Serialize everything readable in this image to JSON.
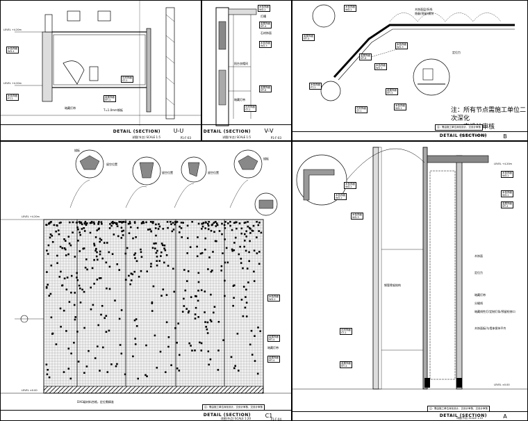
{
  "sheets": [
    {
      "id": "uu",
      "title": "DETAIL (SECTION)",
      "section": "U-U",
      "subtitle": "详图(节点)   SCALE 1:5",
      "ref": "P1-F-03"
    },
    {
      "id": "vv",
      "title": "DETAIL (SECTION)",
      "section": "V-V",
      "subtitle": "详图(节点)   SCALE 1:5",
      "ref": "P1-F-03"
    },
    {
      "id": "b",
      "title": "DETAIL (SECTION)",
      "section": "B",
      "subtitle": "详图(节点)   SCALE 1:20",
      "ref": ""
    },
    {
      "id": "c1",
      "title": "DETAIL (SECTION)",
      "section": "C1",
      "subtitle": "详图(节点)   SCALE 1:20",
      "ref": "P1-F-04"
    },
    {
      "id": "a",
      "title": "DETAIL (SECTION)",
      "section": "A",
      "subtitle": "详图(节点)   SCALE 1:10",
      "ref": ""
    }
  ],
  "uu": {
    "levels": [
      "LEVEL +4.20m",
      "LEVEL +4.20m"
    ],
    "labels": [
      "暗藏灯带"
    ],
    "tags": [
      {
        "t": "木色饰面",
        "c": "WD-4"
      },
      {
        "t": "木色饰面",
        "c": "PT-1"
      },
      {
        "t": "石材饰面",
        "c": "ST-1"
      },
      {
        "t": "金属饰面",
        "c": "MT-4"
      }
    ],
    "extra": "T=1.0mm钢板"
  },
  "vv": {
    "labels": [
      "灯槽",
      "阳台衣帽间",
      "暗藏灯带",
      "石材饰面"
    ],
    "tags": [
      {
        "t": "木色饰面",
        "c": "WD-2"
      },
      {
        "t": "木色饰面",
        "c": "WD-3"
      },
      {
        "t": "金属饰面",
        "c": "MT-6"
      },
      {
        "t": "石材饰面",
        "c": "ST-1"
      },
      {
        "t": "金属饰面",
        "c": "MT-4"
      }
    ]
  },
  "b": {
    "labels": [
      "木饰面层/折线",
      "隐蔽(预留)模块",
      "定位力"
    ],
    "tags": [
      {
        "t": "金属饰面",
        "c": "MT-4"
      },
      {
        "t": "木色饰面",
        "c": "WD-2"
      },
      {
        "t": "木色饰面",
        "c": "WD-3"
      },
      {
        "t": "金属饰面",
        "c": "MT-6"
      },
      {
        "t": "木色饰面",
        "c": "WD-1"
      },
      {
        "t": "金属饰面",
        "c": "MT-3"
      },
      {
        "t": "石材饰面",
        "c": "ST-1"
      },
      {
        "t": "木色饰面",
        "c": "WD-1"
      },
      {
        "t": "木色饰面",
        "c": "PT-1"
      }
    ],
    "note_lines": [
      "注：所有节点需施工单位二次深化",
      "交设计审核"
    ],
    "small_note": "注：需由施工单位深化设计，交设计审核"
  },
  "c1": {
    "levels": [
      "LEVEL +4.20m",
      "LEVEL ±0.00"
    ],
    "callout_labels": [
      "描板",
      "留空位置",
      "留空位置",
      "留空位置",
      "描板"
    ],
    "tags": [
      {
        "t": "木色饰面",
        "c": "WD-2"
      },
      {
        "t": "金属饰面",
        "c": "MT-4"
      },
      {
        "t": "金属饰面",
        "c": "MT-4"
      }
    ],
    "labels": [
      "暗藏灯带",
      "DXG级材料合格，定位需精准"
    ],
    "small_note": "注：需由施工单位深化设计，交设计审核，交设计审核"
  },
  "a": {
    "levels": [
      "LEVEL +4.20m",
      "LEVEL ±0.00"
    ],
    "tags": [
      {
        "t": "木色饰面",
        "c": "WD-2"
      },
      {
        "t": "木色饰面",
        "c": "WD-2"
      },
      {
        "t": "木色饰面",
        "c": "WD-3"
      },
      {
        "t": "木色饰面",
        "c": "WD-2"
      },
      {
        "t": "木色饰面",
        "c": "WD-2"
      },
      {
        "t": "金属饰面",
        "c": "MT-4"
      },
      {
        "t": "石材饰面",
        "c": "ST-1"
      },
      {
        "t": "金属饰面",
        "c": "MT-4"
      }
    ],
    "labels": [
      "钢管骨架结构",
      "木饰面",
      "定位力",
      "暗藏灯带",
      "分缝线",
      "暗藏线性灯/定制灯条/预留检修口",
      "木饰面板/与墙体保持平齐"
    ],
    "small_note": "注：需由施工单位深化设计，交设计审核，交设计审核"
  },
  "colors": {
    "ink": "#000000",
    "paper": "#ffffff",
    "hatch": "#333333"
  }
}
